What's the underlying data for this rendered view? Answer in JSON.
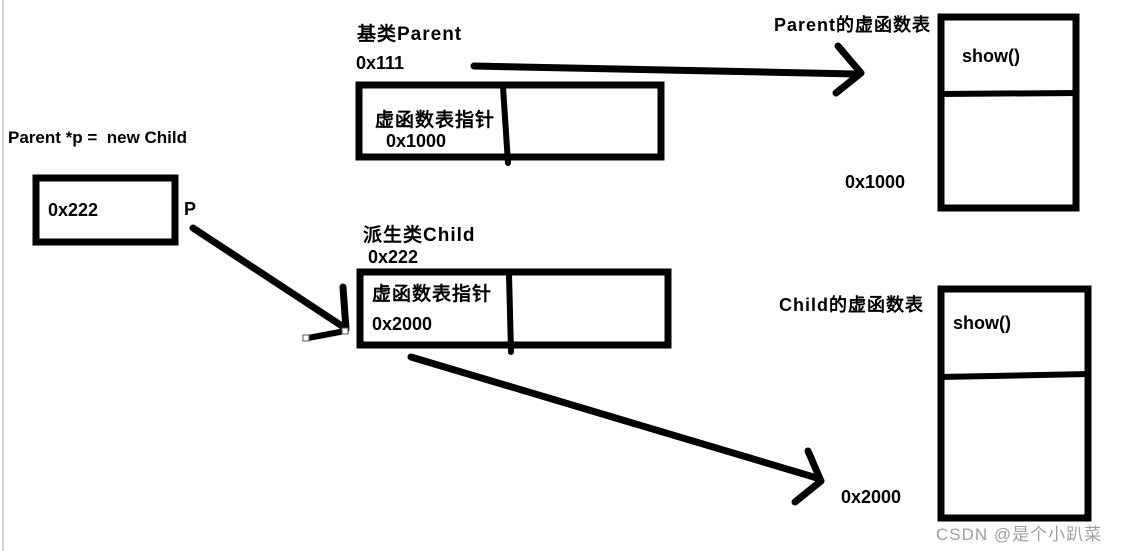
{
  "page": {
    "background": "#ffffff",
    "stroke_color": "#000000",
    "watermark_color": "#9e9e9e",
    "left_edge_line_color": "#cdd3e6"
  },
  "declaration": {
    "text": "Parent *p =  new Child"
  },
  "pointer_box": {
    "value": "0x222",
    "pointer_label": "P"
  },
  "parent_object": {
    "title": "基类Parent",
    "address": "0x111",
    "vptr_label": "虚函数表指针",
    "vptr_value": "0x1000"
  },
  "child_object": {
    "title": "派生类Child",
    "address": "0x222",
    "vptr_label": "虚函数表指针",
    "vptr_value": "0x2000"
  },
  "parent_vtable": {
    "title": "Parent的虚函数表",
    "entries": [
      "show()"
    ],
    "address": "0x1000"
  },
  "child_vtable": {
    "title": "Child的虚函数表",
    "entries": [
      "show()"
    ],
    "address": "0x2000"
  },
  "watermark": {
    "text": "CSDN @是个小趴菜"
  }
}
